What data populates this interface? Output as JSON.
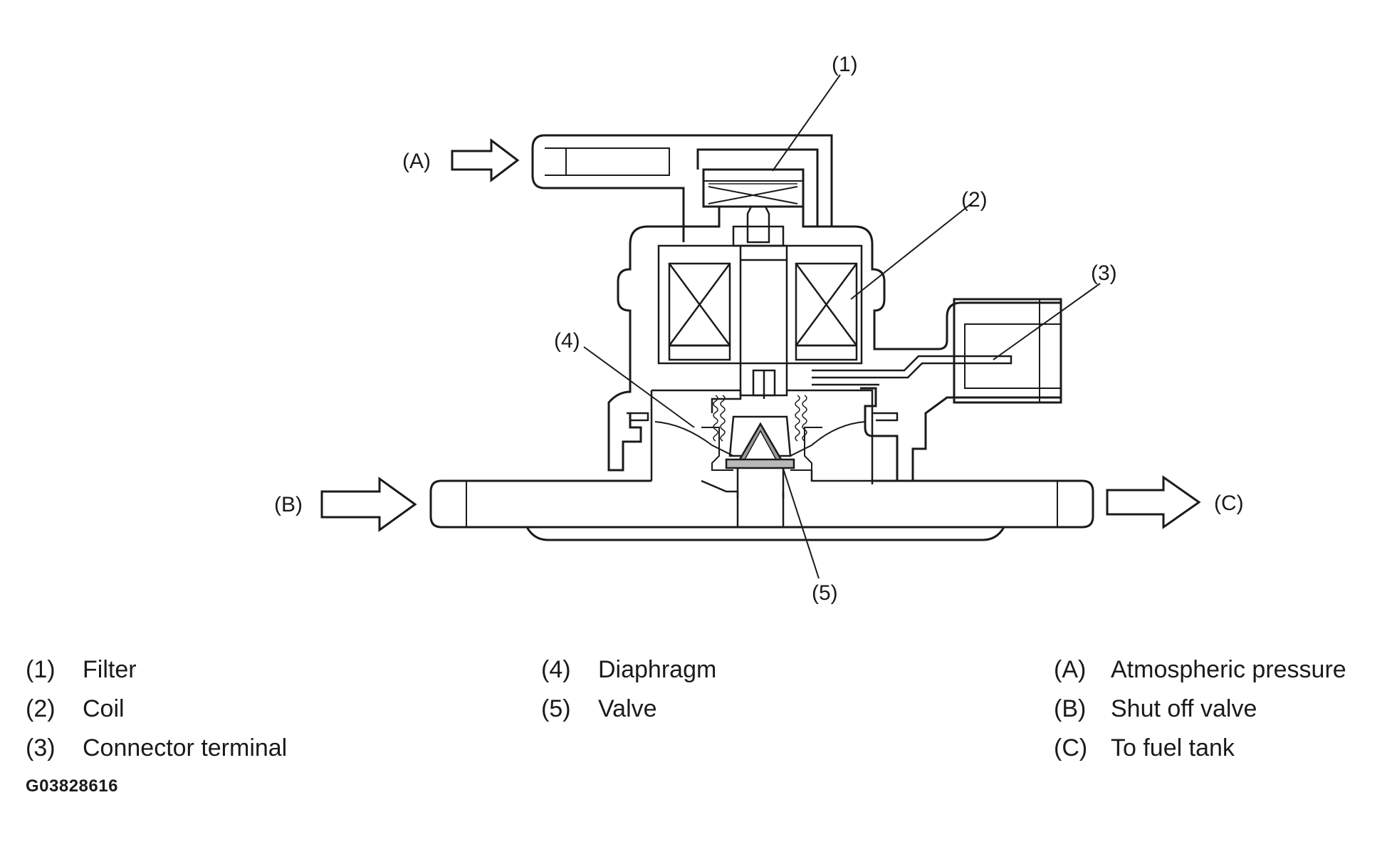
{
  "callouts": {
    "c1": "(1)",
    "c2": "(2)",
    "c3": "(3)",
    "c4": "(4)",
    "c5": "(5)",
    "cA": "(A)",
    "cB": "(B)",
    "cC": "(C)"
  },
  "legend": {
    "col1": [
      {
        "num": "(1)",
        "label": "Filter"
      },
      {
        "num": "(2)",
        "label": "Coil"
      },
      {
        "num": "(3)",
        "label": "Connector terminal"
      }
    ],
    "col2": [
      {
        "num": "(4)",
        "label": "Diaphragm"
      },
      {
        "num": "(5)",
        "label": "Valve"
      }
    ],
    "col3": [
      {
        "num": "(A)",
        "label": "Atmospheric pressure"
      },
      {
        "num": "(B)",
        "label": "Shut off valve"
      },
      {
        "num": "(C)",
        "label": "To fuel tank"
      }
    ]
  },
  "figure_id": "G03828616"
}
